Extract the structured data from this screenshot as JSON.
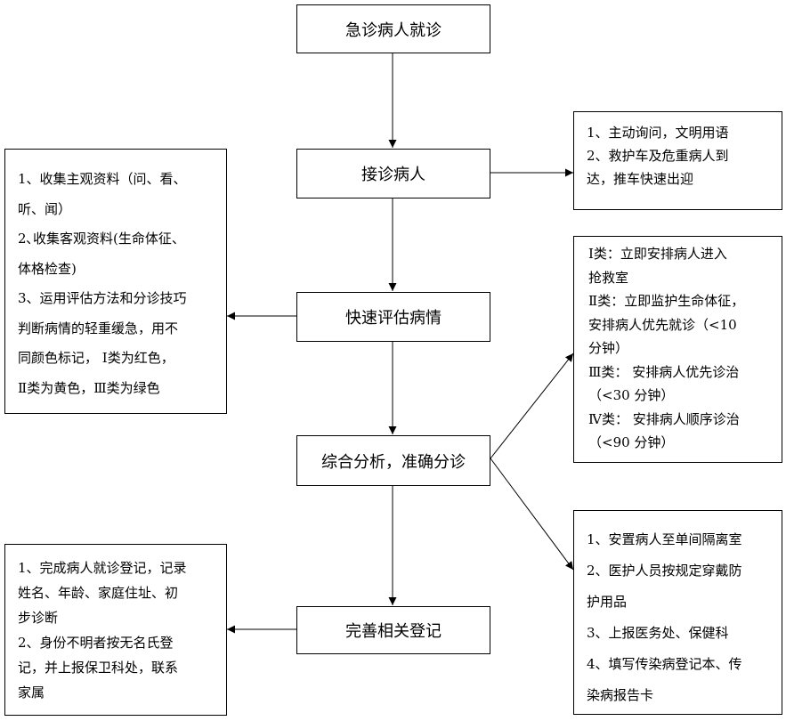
{
  "flow": {
    "step1": "急诊病人就诊",
    "step2": "接诊病人",
    "step3": "快速评估病情",
    "step4": "综合分析，准确分诊",
    "step5": "完善相关登记"
  },
  "notes": {
    "reception": [
      "1、主动询问，文明用语",
      "2、救护车及危重病人到",
      "达，推车快速出迎"
    ],
    "assessment": [
      "1、收集主观资料（问、看、",
      "听、闻）",
      "2､收集客观资料(生命体征、",
      "体格检查)",
      "3、运用评估方法和分诊技巧",
      "判断病情的轻重缓急，用不",
      "同颜色标记， Ⅰ类为红色，",
      "Ⅱ类为黄色，Ⅲ类为绿色"
    ],
    "triage": [
      "Ⅰ类：立即安排病人进入",
      "抢救室",
      "Ⅱ类：立即监护生命体征，",
      "安排病人优先就诊（<10",
      "分钟）",
      "Ⅲ类： 安排病人优先诊治",
      "（<30  分钟）",
      "Ⅳ类： 安排病人顺序诊治",
      "（<90 分钟）"
    ],
    "infectious": [
      "1、安置病人至单间隔离室",
      "2、医护人员按规定穿戴防",
      "护用品",
      "3、上报医务处、保健科",
      "4、填写传染病登记本、传",
      "染病报告卡"
    ],
    "registration": [
      "1、完成病人就诊登记，记录",
      "姓名、年龄、家庭住址、初",
      "步诊断",
      "2、身份不明者按无名氏登",
      "记，并上报保卫科处，联系",
      "家属"
    ]
  }
}
